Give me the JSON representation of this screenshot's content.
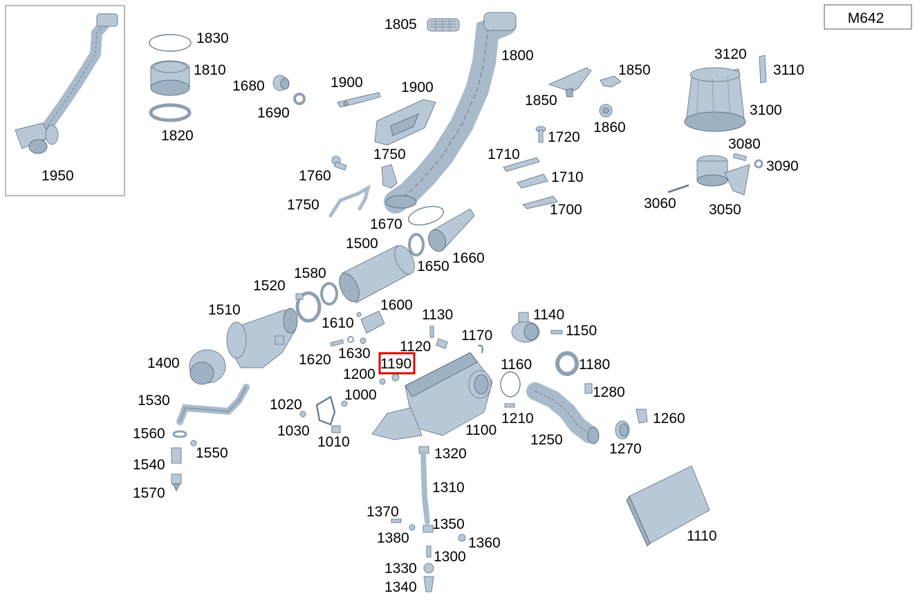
{
  "diagram": {
    "model_code": "M642",
    "highlighted_part": "1190",
    "colors": {
      "part_fill": "#b9c8d6",
      "part_stroke": "#6e8293",
      "highlight": "#e00000"
    },
    "labels": [
      "1950",
      "1830",
      "1810",
      "1820",
      "1680",
      "1690",
      "1900",
      "1900",
      "1805",
      "1800",
      "1750",
      "1760",
      "1750",
      "1850",
      "1850",
      "1860",
      "1720",
      "1710",
      "1710",
      "1700",
      "3120",
      "3110",
      "3100",
      "3080",
      "3090",
      "3060",
      "3050",
      "1670",
      "1500",
      "1650",
      "1660",
      "1520",
      "1580",
      "1510",
      "1600",
      "1610",
      "1620",
      "1630",
      "1130",
      "1120",
      "1170",
      "1140",
      "1150",
      "1190",
      "1200",
      "1160",
      "1180",
      "1400",
      "1530",
      "1020",
      "1000",
      "1030",
      "1010",
      "1280",
      "1100",
      "1210",
      "1260",
      "1250",
      "1270",
      "1560",
      "1550",
      "1540",
      "1570",
      "1320",
      "1310",
      "1370",
      "1350",
      "1380",
      "1360",
      "1300",
      "1330",
      "1340",
      "1110"
    ]
  }
}
